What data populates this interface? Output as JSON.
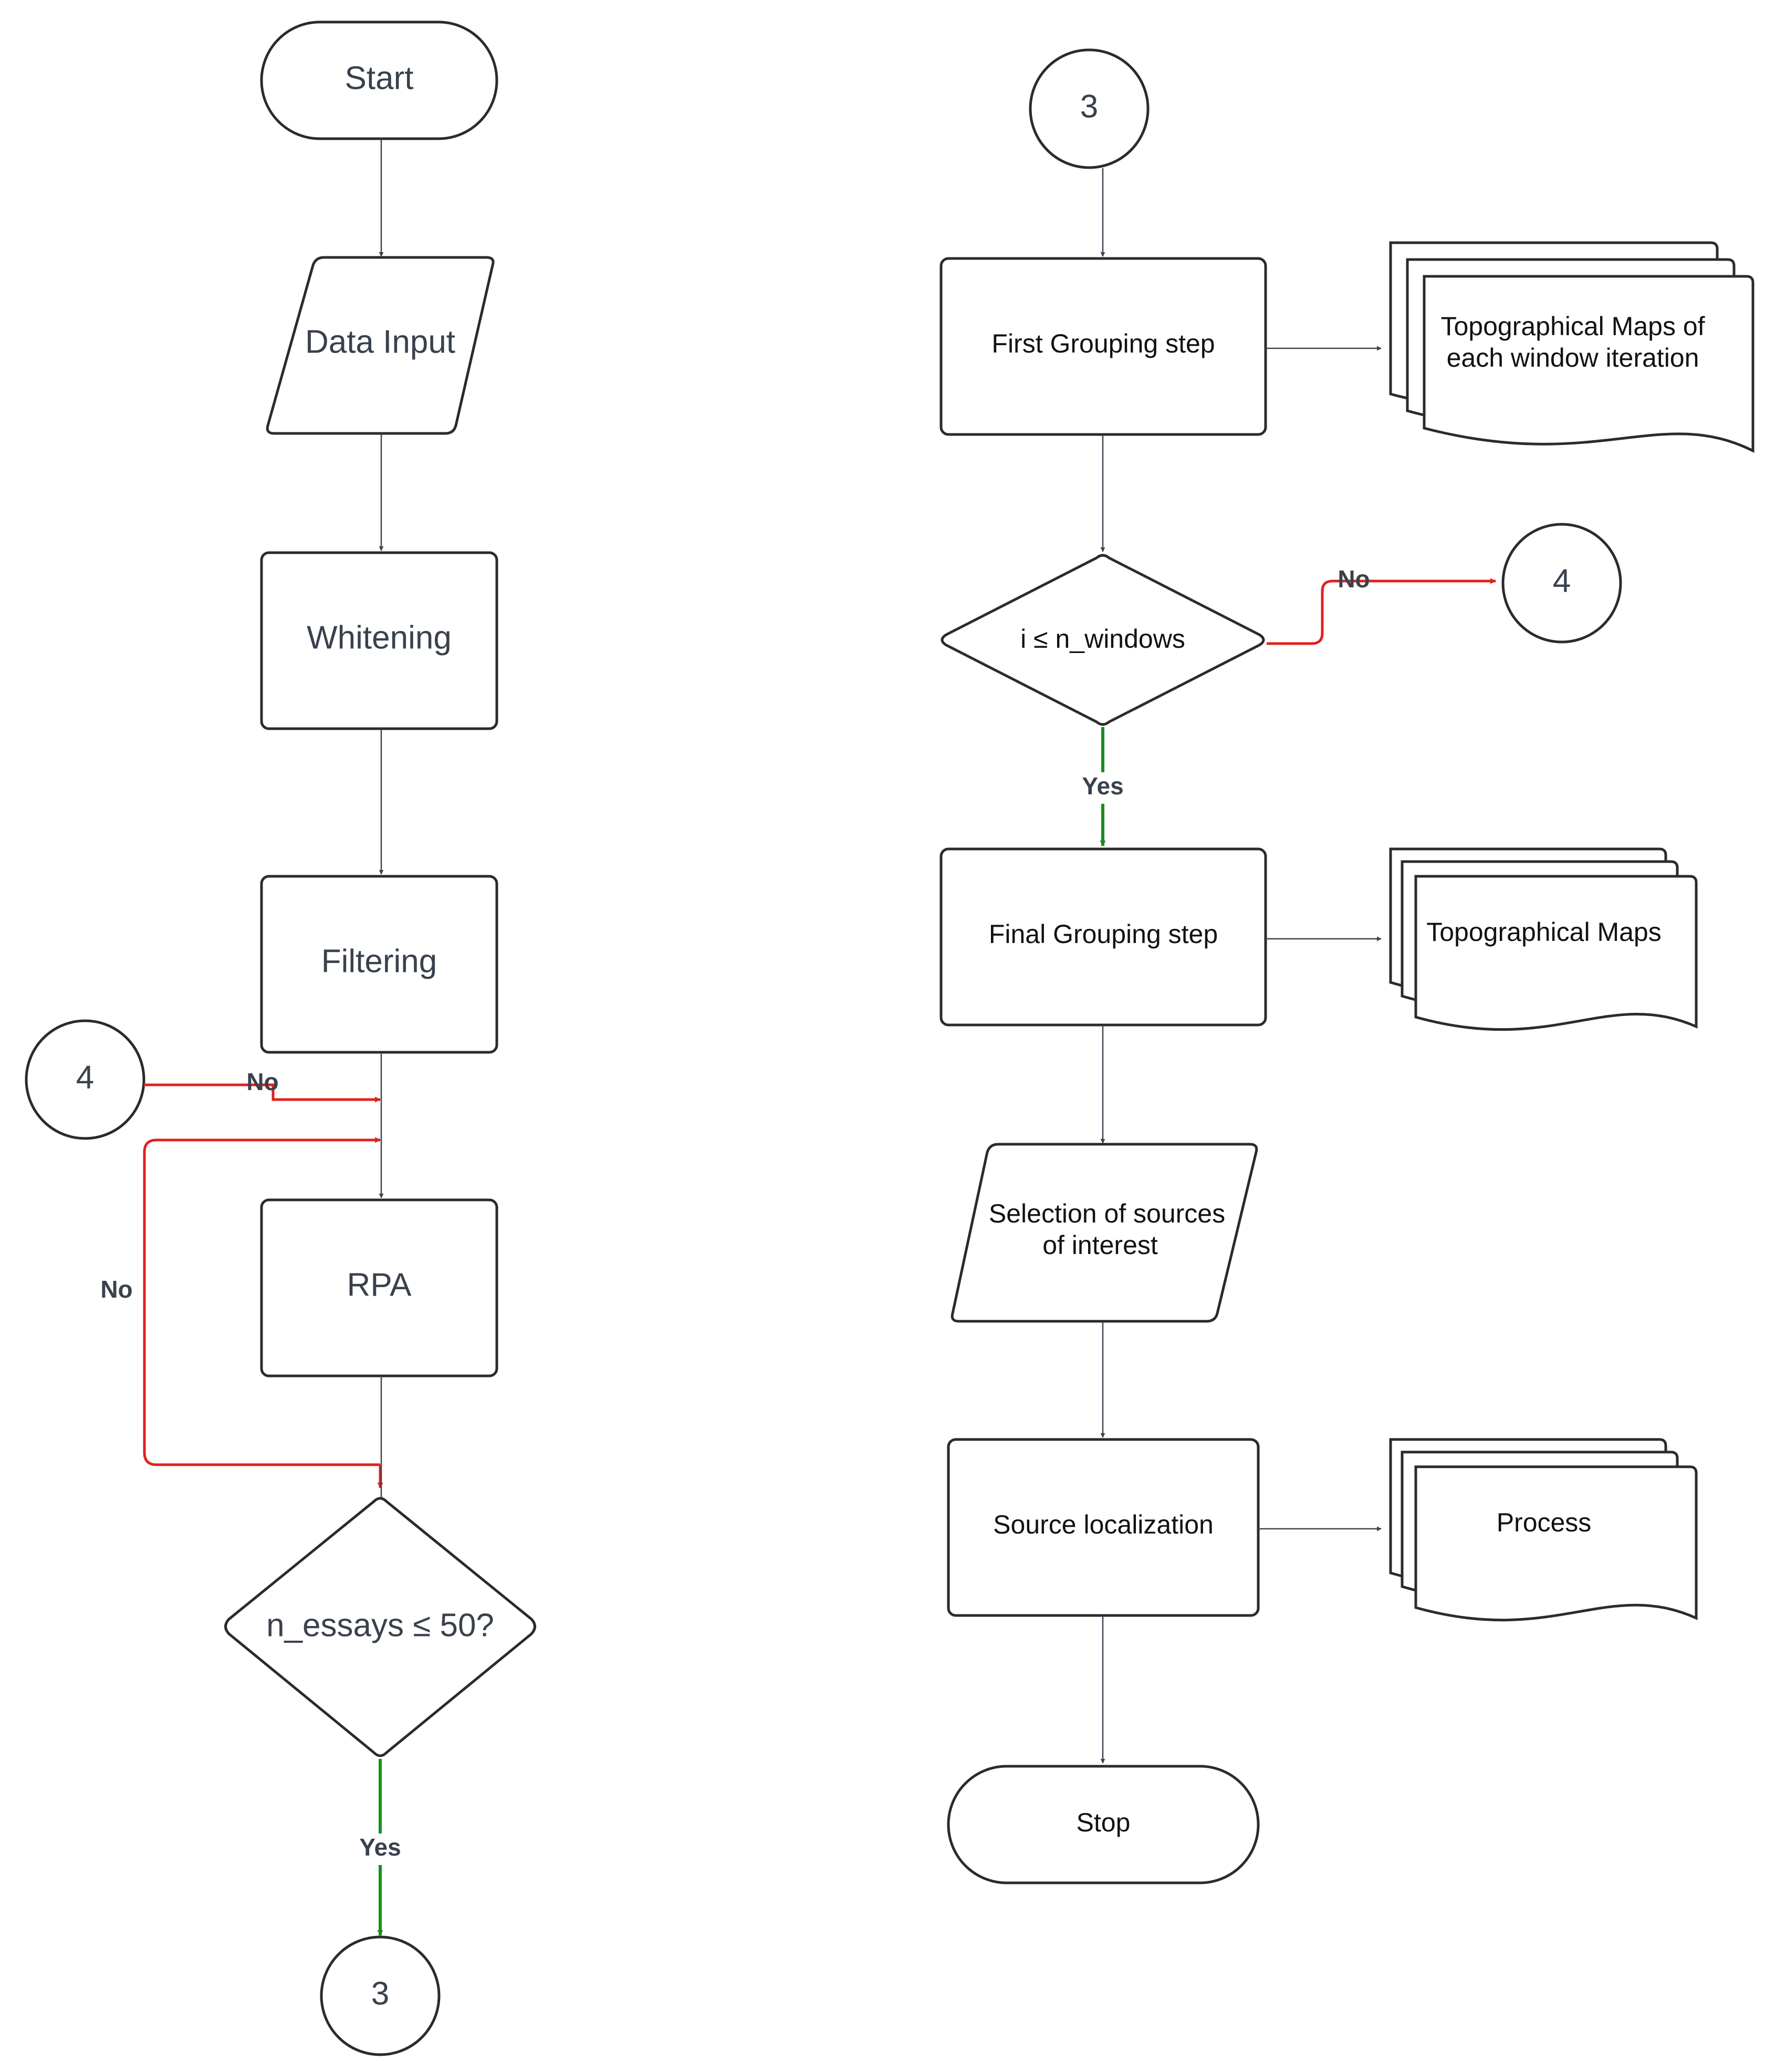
{
  "left": {
    "start": "Start",
    "data_input": "Data Input",
    "whitening": "Whitening",
    "filtering": "Filtering",
    "connector_in": "4",
    "rpa": "RPA",
    "decision": "n_essays ≤ 50?",
    "no_label_1": "No",
    "no_label_2": "No",
    "yes_label": "Yes",
    "connector_out": "3"
  },
  "right": {
    "connector_in": "3",
    "first_grouping": "First Grouping step",
    "topo_maps_iter_line1": "Topographical Maps of",
    "topo_maps_iter_line2": "each window iteration",
    "decision": "i ≤ n_windows",
    "no_label": "No",
    "connector_out": "4",
    "yes_label": "Yes",
    "final_grouping": "Final Grouping step",
    "topo_maps": "Topographical Maps",
    "selection_line1": "Selection of sources",
    "selection_line2": "of interest",
    "source_localization": "Source localization",
    "process": "Process",
    "stop": "Stop"
  },
  "colors": {
    "no_branch": "#e2201c",
    "yes_branch": "#1a8f1a",
    "outline": "#2b2b2b",
    "text": "#39414d"
  }
}
